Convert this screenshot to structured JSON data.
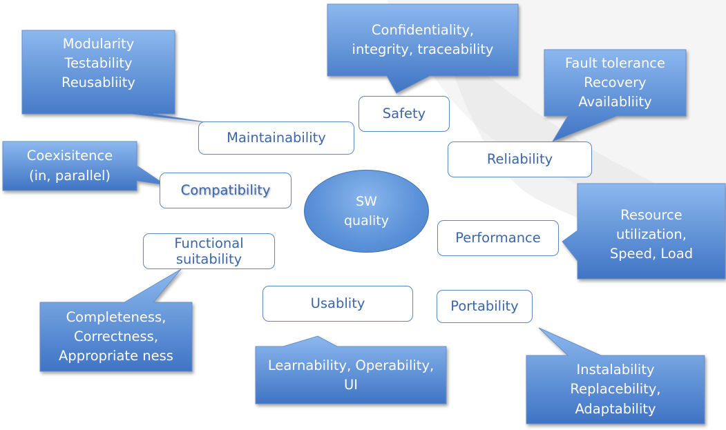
{
  "center": {
    "lines": [
      "SW",
      "quality"
    ]
  },
  "characteristics": [
    {
      "id": "maintainability",
      "lines": [
        "Maintainability"
      ]
    },
    {
      "id": "safety",
      "lines": [
        "Safety"
      ]
    },
    {
      "id": "reliability",
      "lines": [
        "Reliability"
      ]
    },
    {
      "id": "compatibility",
      "lines": [
        "Compatibility"
      ]
    },
    {
      "id": "performance",
      "lines": [
        "Performance"
      ]
    },
    {
      "id": "functional-suitability",
      "lines": [
        "Functional",
        "suitability"
      ]
    },
    {
      "id": "usability",
      "lines": [
        "Usablity"
      ]
    },
    {
      "id": "portability",
      "lines": [
        "Portability"
      ]
    }
  ],
  "callouts": [
    {
      "id": "maintainability",
      "lines": [
        "Modularity",
        "Testability",
        "Reusabliity"
      ]
    },
    {
      "id": "safety",
      "lines": [
        "Confidentiality,",
        "integrity, traceability"
      ]
    },
    {
      "id": "reliability",
      "lines": [
        "Fault tolerance",
        "Recovery",
        "Availabliity"
      ]
    },
    {
      "id": "compatibility",
      "lines": [
        "Coexisitence",
        "(in, parallel)"
      ]
    },
    {
      "id": "performance",
      "lines": [
        "Resource",
        "utilization,",
        "Speed, Load"
      ]
    },
    {
      "id": "functional-suitability",
      "lines": [
        "Completeness,",
        "Correctness,",
        "Appropriate ness"
      ]
    },
    {
      "id": "usability",
      "lines": [
        "Learnability, Operability,",
        "UI"
      ]
    },
    {
      "id": "portability",
      "lines": [
        "Instalability",
        "Replacebility,",
        "Adaptability"
      ]
    }
  ],
  "colors": {
    "callout_top": "#8cb8ee",
    "callout_bottom": "#3f74c4",
    "callout_border": "#6a8fc4",
    "box_border": "#5b86c2",
    "box_text": "#3b66a8",
    "watermark": "#ececec"
  }
}
